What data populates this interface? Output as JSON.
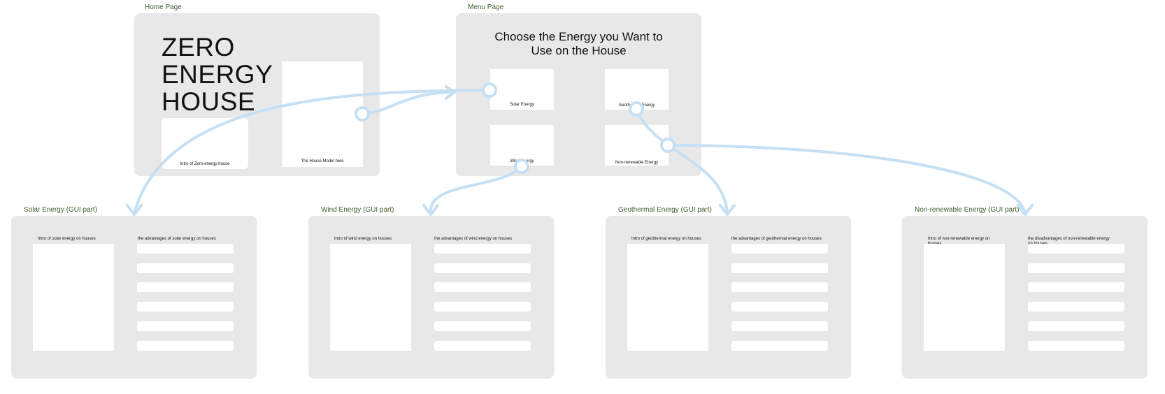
{
  "home": {
    "label": "Home Page",
    "hero_title": [
      "ZERO",
      "ENERGY",
      "HOUSE"
    ],
    "intro_card": "Intro of Zero-energy house",
    "model_card": "The House Model here"
  },
  "menu": {
    "label": "Menu Page",
    "title": [
      "Choose the Energy you Want to",
      "Use on the House"
    ],
    "options": [
      "Solar Energy",
      "Geothermal Energy",
      "Wind Energy",
      "Non-renewable Energy"
    ]
  },
  "pages": [
    {
      "label": "Solar Energy (GUI part)",
      "intro": "Intro of solar energy on houses",
      "list_title": "the advantages of solar energy on houses",
      "list_rows": 6
    },
    {
      "label": "Wind Energy (GUI part)",
      "intro": "Intro of wind energy on houses",
      "list_title": "the advantages of wind energy on houses",
      "list_rows": 6
    },
    {
      "label": "Geothermal Energy (GUI part)",
      "intro": "Intro of geothermal energy on houses",
      "list_title": "the advantages of geothermal energy on houses",
      "list_rows": 6
    },
    {
      "label": "Non-renewable Energy (GUI part)",
      "intro": "Intro of non-renewable energy on houses",
      "list_title": "the disadvantages of non-renewable energy on houses",
      "list_rows": 6
    }
  ],
  "colors": {
    "frame": "#e8e8e8",
    "card": "#ffffff",
    "label": "#3f5d2a",
    "connector": "#c5dff5"
  }
}
